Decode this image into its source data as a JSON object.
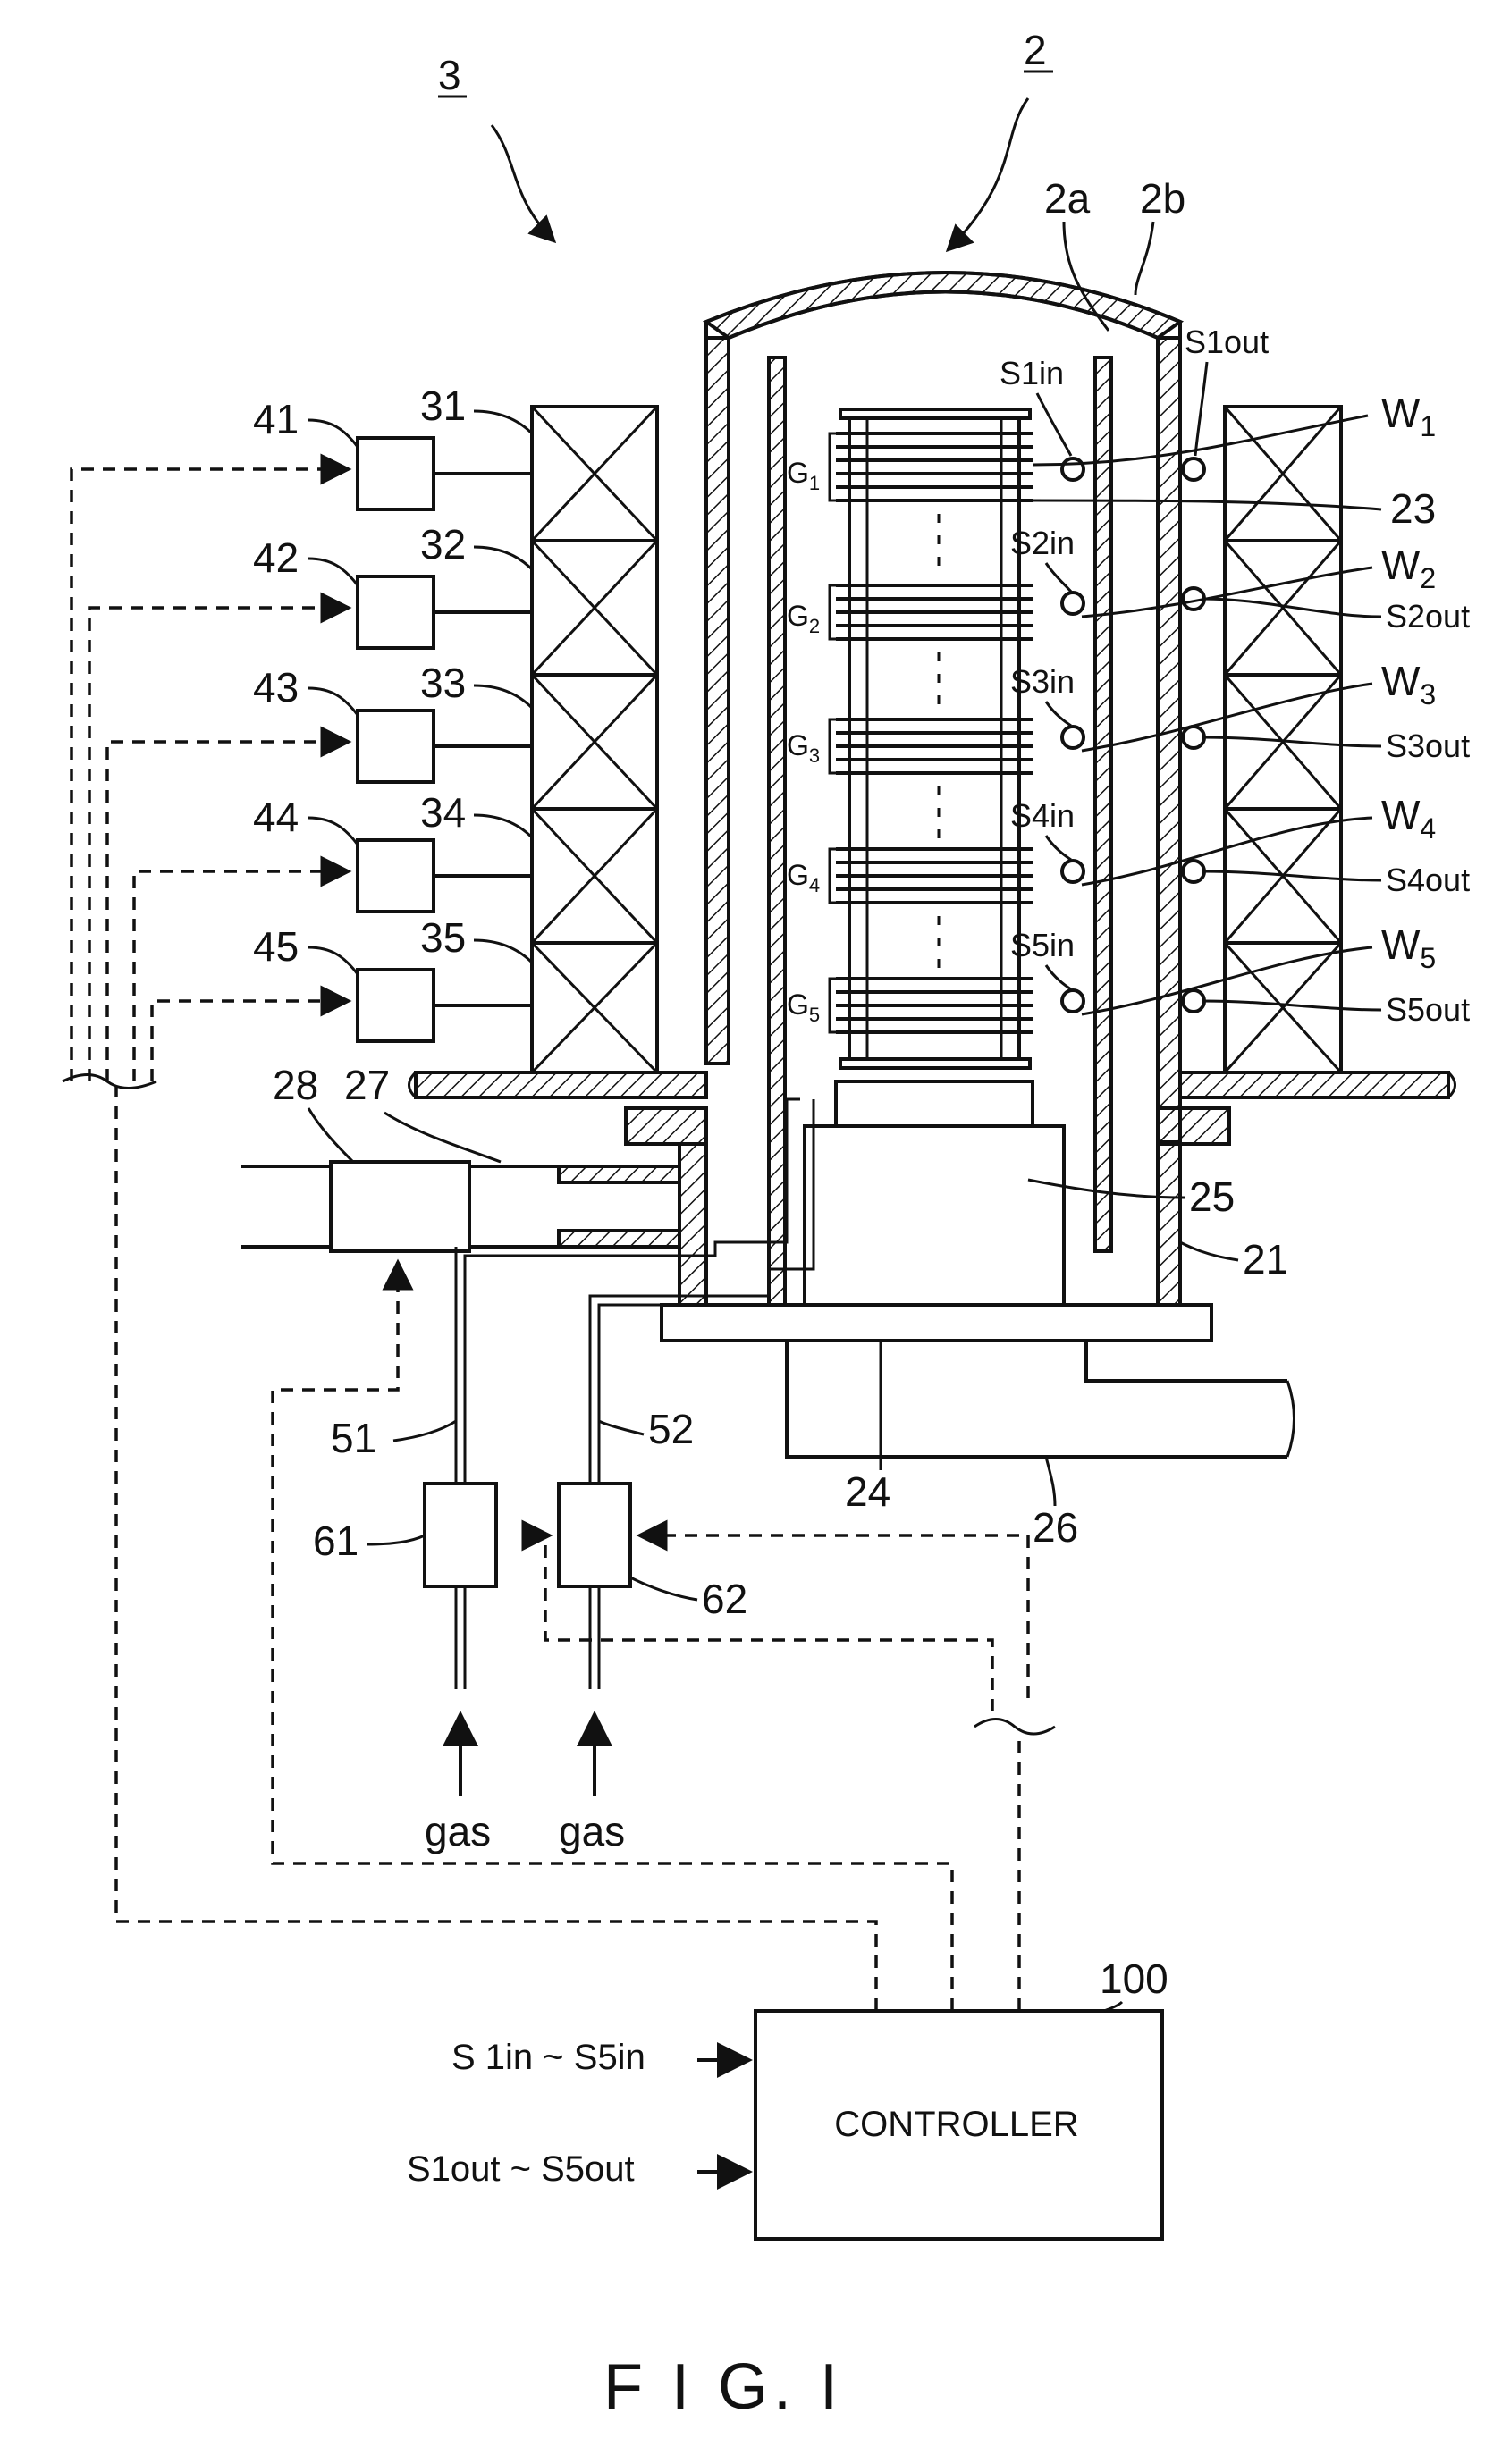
{
  "figure_caption": "F I G. I",
  "reference_labels": {
    "heater_assembly": "3",
    "processing_apparatus": "2",
    "inner_tube": "2a",
    "outer_tube": "2b",
    "wafer_boat": "23",
    "lid": "24",
    "heat_insulator": "25",
    "manifold": "21",
    "boat_elevator": "26",
    "exhaust_pipe": "27",
    "pressure_regulator": "28",
    "gas_line_1": "51",
    "gas_line_2": "52",
    "flow_controller_1": "61",
    "flow_controller_2": "62",
    "controller_ref": "100"
  },
  "heaters": [
    "31",
    "32",
    "33",
    "34",
    "35"
  ],
  "power_units": [
    "41",
    "42",
    "43",
    "44",
    "45"
  ],
  "zones": [
    {
      "group": "G",
      "group_sub": "1",
      "w": "W",
      "w_sub": "1",
      "s_in": "S1in",
      "s_out": "S1out"
    },
    {
      "group": "G",
      "group_sub": "2",
      "w": "W",
      "w_sub": "2",
      "s_in": "S2in",
      "s_out": "S2out"
    },
    {
      "group": "G",
      "group_sub": "3",
      "w": "W",
      "w_sub": "3",
      "s_in": "S3in",
      "s_out": "S3out"
    },
    {
      "group": "G",
      "group_sub": "4",
      "w": "W",
      "w_sub": "4",
      "s_in": "S4in",
      "s_out": "S4out"
    },
    {
      "group": "G",
      "group_sub": "5",
      "w": "W",
      "w_sub": "5",
      "s_in": "S5in",
      "s_out": "S5out"
    }
  ],
  "gas_inlets": [
    "gas",
    "gas"
  ],
  "controller": {
    "label": "CONTROLLER",
    "input_inner": "S 1in ~ S5in",
    "input_outer": "S1out ~ S5out"
  }
}
